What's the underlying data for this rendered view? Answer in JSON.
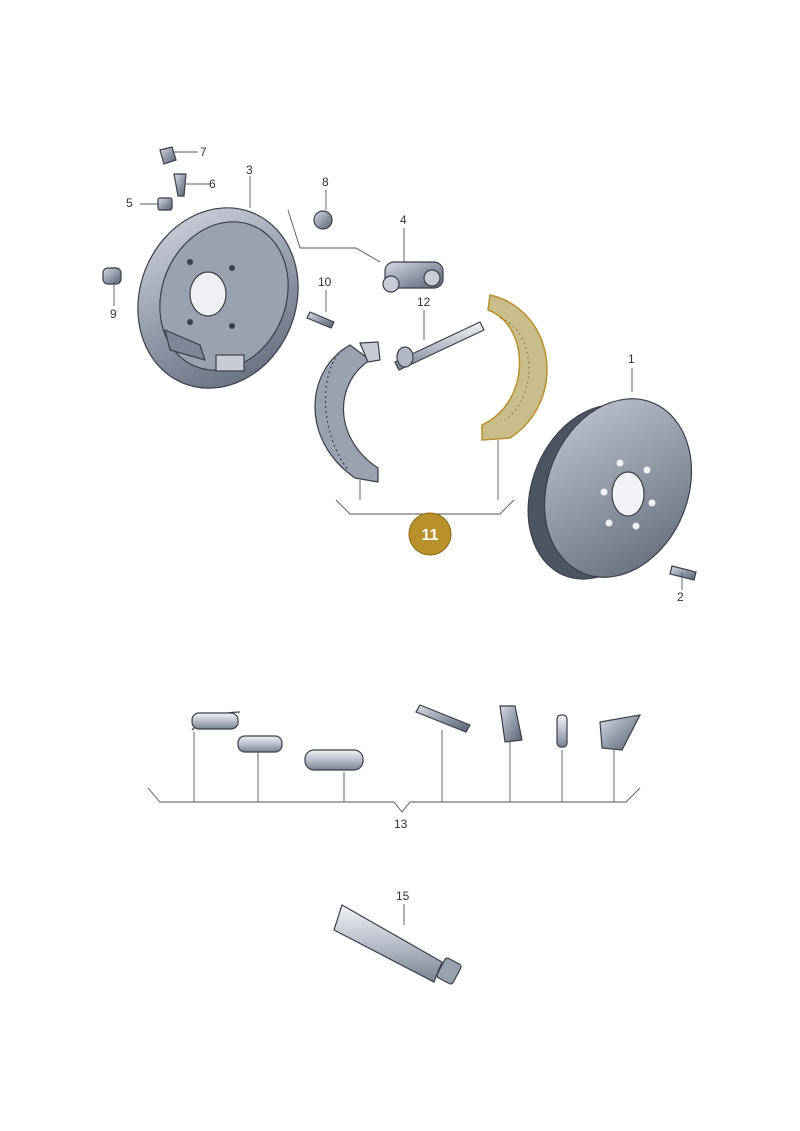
{
  "labels": {
    "p1": "1",
    "p2": "2",
    "p3": "3",
    "p4": "4",
    "p5": "5",
    "p6": "6",
    "p7": "7",
    "p8": "8",
    "p9": "9",
    "p10": "10",
    "p11": "11",
    "p12": "12",
    "p13": "13",
    "p15": "15"
  },
  "colors": {
    "highlight_badge": "#b8902c",
    "highlight_shoe": "#c9bd8a",
    "metal_dark": "#6b7385",
    "metal_light": "#c7ccd6"
  }
}
